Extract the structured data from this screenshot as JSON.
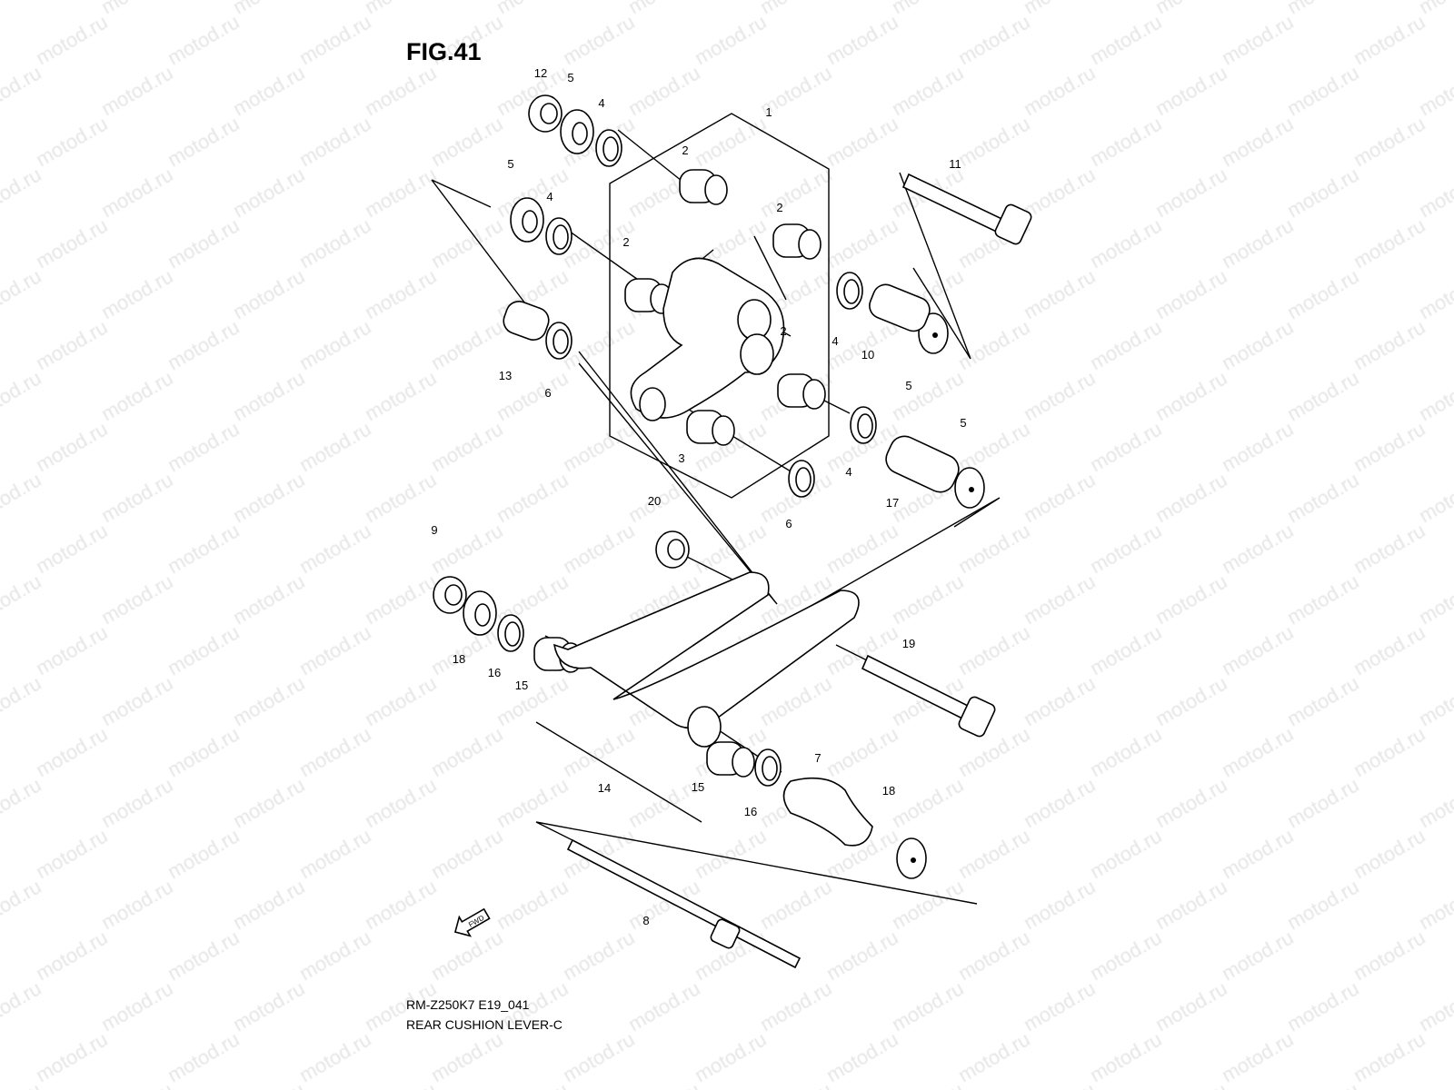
{
  "figure": {
    "title": "FIG.41",
    "model_code": "RM-Z250K7 E19_041",
    "name": "REAR CUSHION LEVER-C"
  },
  "watermark": "motod.ru",
  "fwd_label": "FWD",
  "callouts": [
    "12",
    "5",
    "4",
    "1",
    "2",
    "5",
    "4",
    "2",
    "2",
    "11",
    "13",
    "6",
    "2",
    "4",
    "10",
    "5",
    "3",
    "5",
    "4",
    "17",
    "6",
    "20",
    "9",
    "18",
    "16",
    "15",
    "19",
    "14",
    "7",
    "15",
    "16",
    "18",
    "8"
  ]
}
